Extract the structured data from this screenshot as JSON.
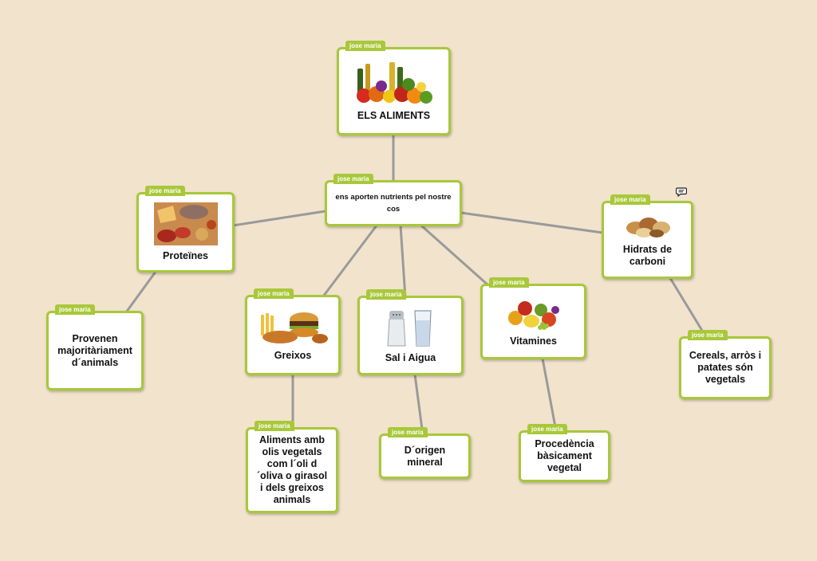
{
  "author": "jose maria",
  "colors": {
    "background": "#f2e3cc",
    "node_border": "#a8c83a",
    "connector": "#9a9a9a"
  },
  "nodes": {
    "root": {
      "label": "ELS ALIMENTS",
      "image": "fruits-vegetables-oil-image"
    },
    "hub": {
      "label": "ens aporten nutrients pel nostre cos"
    },
    "proteines": {
      "label": "Proteïnes",
      "image": "meat-cheese-image"
    },
    "proteines_note": {
      "label": "Provenen majoritàriament d´animals"
    },
    "greixos": {
      "label": "Greixos",
      "image": "fast-food-image"
    },
    "greixos_note": {
      "label": "Aliments amb olis vegetals com l´oli d´oliva o girasol i dels greixos animals"
    },
    "sal": {
      "label": "Sal i Aigua",
      "image": "salt-water-image"
    },
    "sal_note": {
      "label": "D´origen mineral"
    },
    "vitamines": {
      "label": "Vitamines",
      "image": "fruit-image"
    },
    "vitamines_note": {
      "label": "Procedència bàsicament vegetal"
    },
    "hidrats": {
      "label": "Hidrats de carboni",
      "image": "cereals-image"
    },
    "hidrats_note": {
      "label": "Cereals, arròs i patates són vegetals"
    }
  },
  "icons": {
    "comment": "speech-bubble-icon"
  }
}
